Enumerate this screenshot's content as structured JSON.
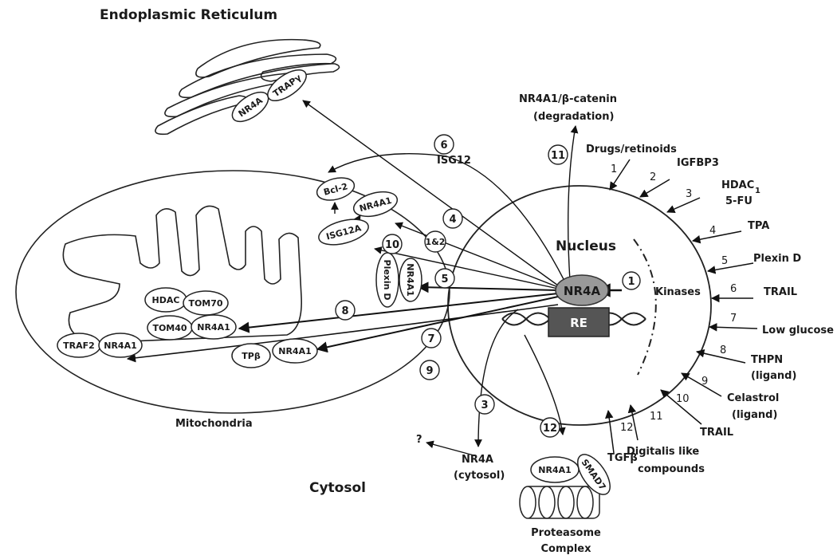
{
  "titles": {
    "er": "Endoplasmic Reticulum",
    "nucleus": "Nucleus",
    "mitochondria": "Mitochondria",
    "cytosol": "Cytosol",
    "proteasome_line1": "Proteasome",
    "proteasome_line2": "Complex"
  },
  "proteins": {
    "nr4a_er": "NR4A",
    "trapg": "TRAPγ",
    "bcl2": "Bcl-2",
    "nr4a1_bcl": "NR4A1",
    "isg12a": "ISG12A",
    "hdac": "HDAC",
    "tom70": "TOM70",
    "tom40": "TOM40",
    "nr4a1_tom": "NR4A1",
    "traf2": "TRAF2",
    "nr4a1_traf": "NR4A1",
    "tpb": "TPβ",
    "nr4a1_tp": "NR4A1",
    "nr4a1_plexin": "NR4A1",
    "plexind": "Plexin D",
    "nr4a_nucleus": "NR4A",
    "re": "RE",
    "nr4a1_proteasome": "NR4A1",
    "smad7": "SMAD7"
  },
  "labels": {
    "kinases": "Kinases",
    "isg12": "ISG12",
    "nr4a1_bcat_line1": "NR4A1/β-catenin",
    "nr4a1_bcat_line2": "(degradation)",
    "nr4a_cytosol_line1": "NR4A",
    "nr4a_cytosol_line2": "(cytosol)",
    "question": "?"
  },
  "circled_numbers": {
    "n1": "1",
    "n3": "3",
    "n4": "4",
    "n12": "1&2",
    "n5": "5",
    "n6": "6",
    "n7": "7",
    "n8": "8",
    "n9": "9",
    "n10": "10",
    "n11": "11",
    "n12b": "12"
  },
  "stimuli": [
    {
      "num": "1",
      "label": "Drugs/retinoids"
    },
    {
      "num": "2",
      "label": "IGFBP3"
    },
    {
      "num": "3",
      "label": "HDAC",
      "label_sub": "1",
      "label2": "5-FU"
    },
    {
      "num": "4",
      "label": "TPA"
    },
    {
      "num": "5",
      "label": "Plexin D"
    },
    {
      "num": "6",
      "label": "TRAIL"
    },
    {
      "num": "7",
      "label": "Low glucose"
    },
    {
      "num": "8",
      "label": "THPN",
      "label2": "(ligand)"
    },
    {
      "num": "9",
      "label": "Celastrol",
      "label2": "(ligand)"
    },
    {
      "num": "10",
      "label": "TRAIL"
    },
    {
      "num": "11",
      "label": "Digitalis like",
      "label2": "compounds"
    },
    {
      "num": "12",
      "label": "TGFβ"
    }
  ]
}
